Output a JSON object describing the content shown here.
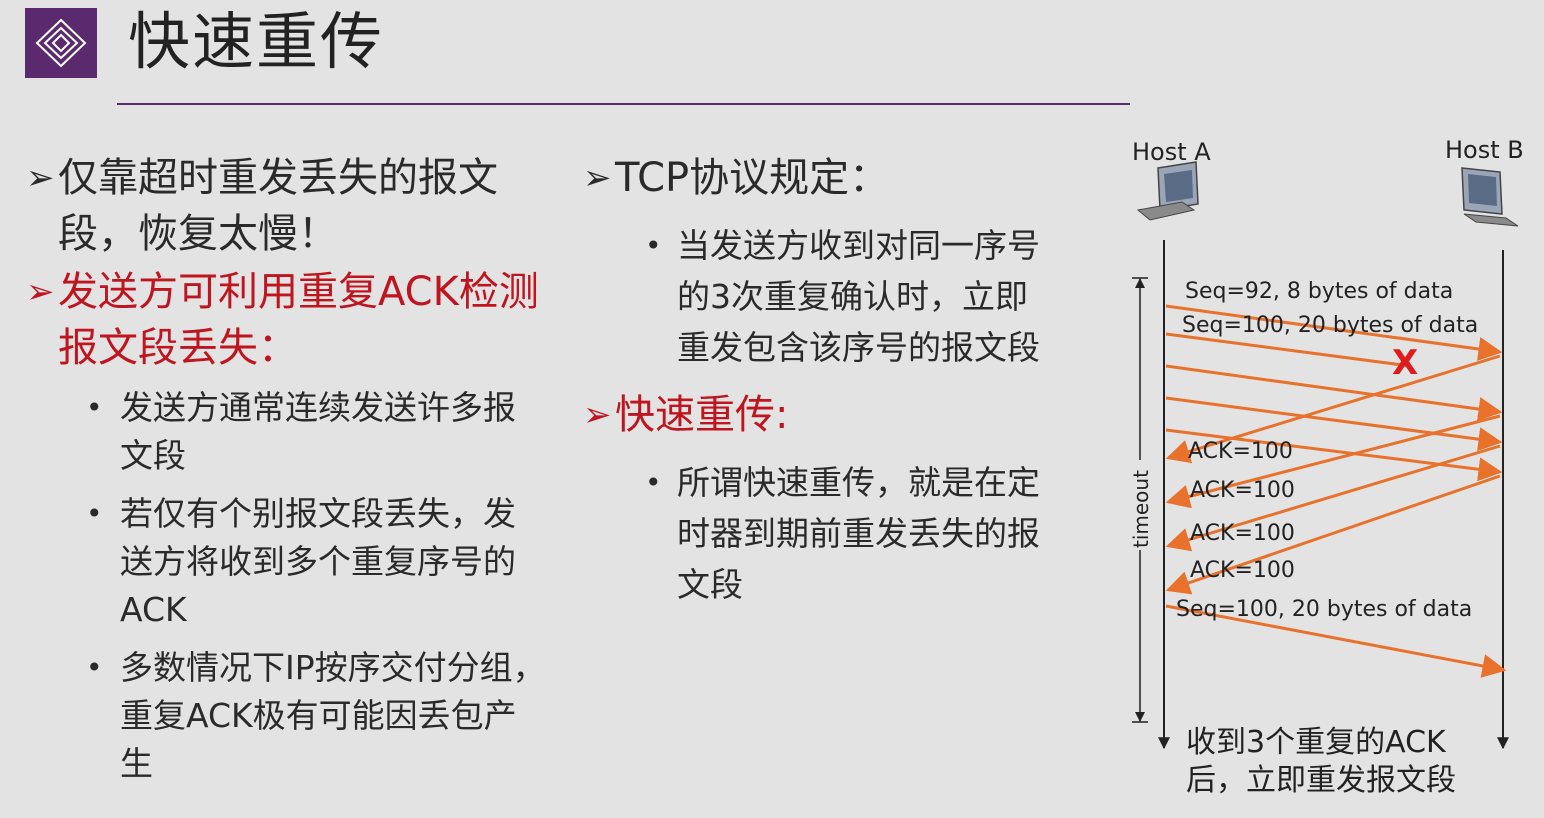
{
  "header": {
    "title": "快速重传",
    "logo_icon": "layered-diamond-icon"
  },
  "left": {
    "bullet1": "仅靠超时重发丢失的报文段，恢复太慢！",
    "bullet2": "发送方可利用重复ACK检测报文段丢失：",
    "sub_items": [
      "发送方通常连续发送许多报文段",
      "若仅有个别报文段丢失，发送方将收到多个重复序号的ACK",
      "多数情况下IP按序交付分组，重复ACK极有可能因丢包产生"
    ]
  },
  "middle": {
    "bullet1": "TCP协议规定：",
    "sub1": "当发送方收到对同一序号的3次重复确认时，立即重发包含该序号的报文段",
    "bullet2": "快速重传:",
    "sub2": "所谓快速重传，就是在定时器到期前重发丢失的报文段"
  },
  "diagram": {
    "host_a": "Host A",
    "host_b": "Host B",
    "timeout_label": "timeout",
    "seg1": "Seq=92, 8 bytes of data",
    "seg2": "Seq=100, 20 bytes of data",
    "lost_mark": "X",
    "acks": [
      "ACK=100",
      "ACK=100",
      "ACK=100",
      "ACK=100"
    ],
    "retransmit": "Seq=100, 20 bytes of data",
    "caption_line1": "收到3个重复的ACK",
    "caption_line2": "后，立即重发报文段",
    "arrow_color": "#e8712c",
    "accent_color": "#5b2a6e",
    "highlight_color": "#c0141e"
  }
}
